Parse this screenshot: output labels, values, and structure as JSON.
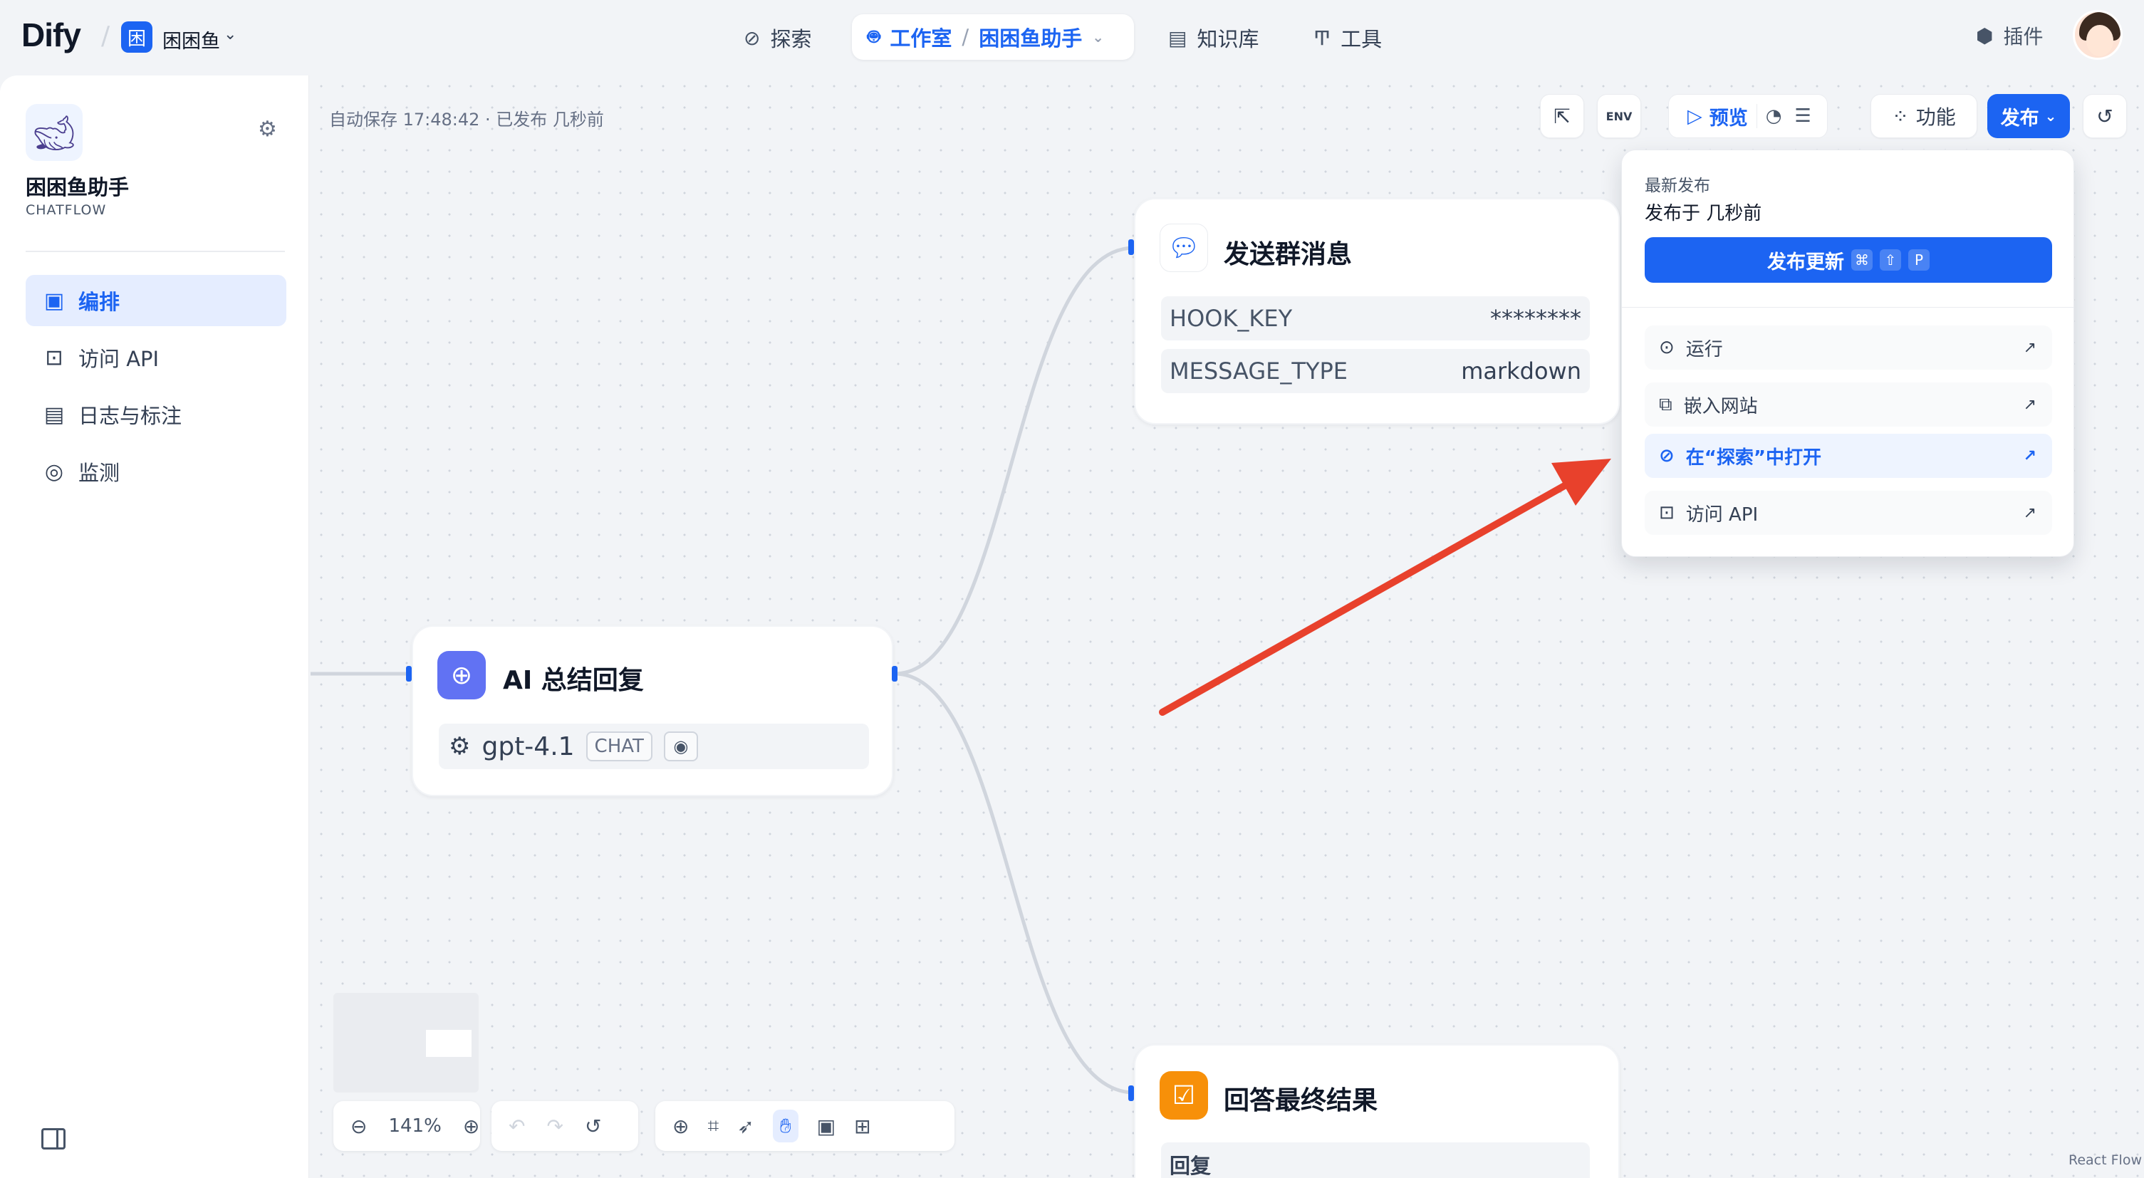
{
  "header": {
    "logo": "Dify",
    "workspace_avatar": "困",
    "workspace_name": "困困鱼",
    "nav": {
      "explore": "探索",
      "studio": "工作室",
      "current_app": "困困鱼助手",
      "knowledge": "知识库",
      "tools": "工具"
    },
    "plugins": "插件"
  },
  "sidebar": {
    "app_name": "困困鱼助手",
    "app_type": "CHATFLOW",
    "items": [
      {
        "label": "编排",
        "icon": "layout-icon",
        "active": true
      },
      {
        "label": "访问 API",
        "icon": "terminal-icon",
        "active": false
      },
      {
        "label": "日志与标注",
        "icon": "log-icon",
        "active": false
      },
      {
        "label": "监测",
        "icon": "gauge-icon",
        "active": false
      }
    ]
  },
  "canvas": {
    "autosave": "自动保存 17:48:42 · 已发布 几秒前",
    "toolbar": {
      "env": "ENV",
      "preview": "预览",
      "features": "功能",
      "publish": "发布"
    },
    "publish_panel": {
      "title": "最新发布",
      "published_at": "发布于 几秒前",
      "update_button": "发布更新",
      "shortcut": [
        "⌘",
        "⇧",
        "P"
      ],
      "items": [
        "运行",
        "嵌入网站",
        "在“探索”中打开",
        "访问 API"
      ]
    },
    "nodes": {
      "send_group": {
        "title": "发送群消息",
        "rows": [
          {
            "k": "HOOK_KEY",
            "v": "********"
          },
          {
            "k": "MESSAGE_TYPE",
            "v": "markdown"
          }
        ]
      },
      "ai_summary": {
        "title": "AI 总结回复",
        "model": "gpt-4.1",
        "mode": "CHAT"
      },
      "final_answer": {
        "title": "回答最终结果",
        "first_row": "回复"
      }
    },
    "zoom": "141%",
    "react_flow": "React Flow"
  },
  "colors": {
    "accent": "#1c64f2",
    "arrow": "#e8412c",
    "answer_node": "#f79009",
    "llm_node": "#6172f3"
  }
}
